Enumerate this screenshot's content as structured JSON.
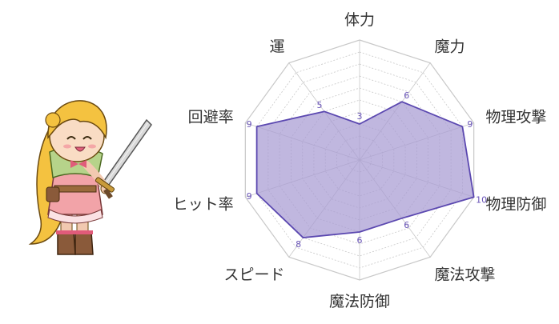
{
  "chart_data": {
    "type": "radar",
    "categories": [
      "体力",
      "魔力",
      "物理攻撃",
      "物理防御",
      "魔法攻撃",
      "魔法防御",
      "スピード",
      "ヒット率",
      "回避率",
      "運"
    ],
    "values": [
      3,
      6,
      9,
      10,
      6,
      6,
      8,
      9,
      9,
      5
    ],
    "value_labels": [
      "3",
      "6",
      "9",
      "10",
      "6",
      "6",
      "8",
      "9",
      "9",
      "5"
    ],
    "range": [
      0,
      10
    ],
    "grid_rings": 10,
    "fill_color": "#a89bd3",
    "line_color": "#5b48b0",
    "grid_color": "#c8c8c8"
  },
  "character": {
    "icon": "swordswoman-character-icon"
  }
}
